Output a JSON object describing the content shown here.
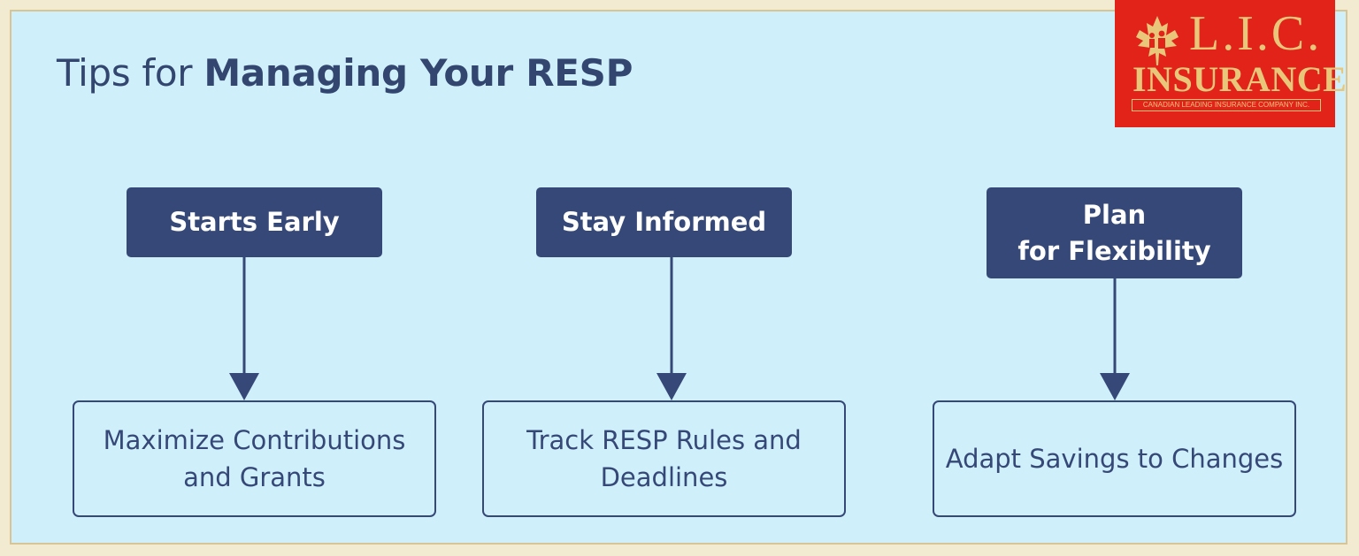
{
  "title": {
    "prefix": "Tips for ",
    "bold": "Managing Your RESP"
  },
  "logo": {
    "name": "L.I.C.",
    "line2": "INSURANCE",
    "tagline": "CANADIAN LEADING INSURANCE COMPANY INC.",
    "icon": "maple-leaf-family-icon",
    "colors": {
      "background": "#e2231a",
      "text": "#e9c77a"
    }
  },
  "tips": [
    {
      "heading": "Starts Early",
      "detail": "Maximize Contributions and Grants"
    },
    {
      "heading": "Stay Informed",
      "detail": "Track RESP Rules and Deadlines"
    },
    {
      "heading": "Plan\nfor  Flexibility",
      "detail": "Adapt Savings to Changes"
    }
  ],
  "colors": {
    "panel": "#cff0fa",
    "border": "#d8c596",
    "primary": "#354877"
  }
}
